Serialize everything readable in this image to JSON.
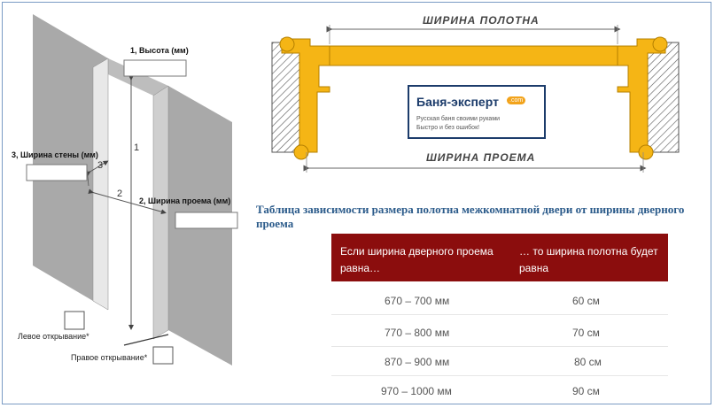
{
  "left_diagram": {
    "label_height": "1, Высота (мм)",
    "label_wall_width": "3, Ширина стены (мм)",
    "label_opening_width": "2, Ширина проема (мм)",
    "marker_1": "1",
    "marker_2": "2",
    "marker_3": "3",
    "left_opening": "Левое открывание*",
    "right_opening": "Правое открывание*"
  },
  "right_diagram": {
    "top_label": "ШИРИНА ПОЛОТНА",
    "bottom_label": "ШИРИНА ПРОЕМА",
    "colors": {
      "door_leaf": "#f5b515",
      "wall": "#dcdcdc",
      "hatch": "#555555"
    }
  },
  "logo": {
    "name": "Баня-эксперт",
    "badge": ".com",
    "tagline_1": "Русская баня своими руками",
    "tagline_2": "Быстро и без ошибок!"
  },
  "table": {
    "caption": "Таблица зависимости размера полотна межкомнатной двери от ширины дверного проема",
    "header_color": "#8b0d0d",
    "columns": [
      "Если ширина дверного проема равна…",
      "… то ширина полотна будет равна"
    ],
    "rows": [
      [
        "670 – 700 мм",
        "60 см"
      ],
      [
        "770 – 800 мм",
        "70 см"
      ],
      [
        "870 – 900 мм",
        "80 см"
      ],
      [
        "970 – 1000 мм",
        "90 см"
      ]
    ]
  }
}
